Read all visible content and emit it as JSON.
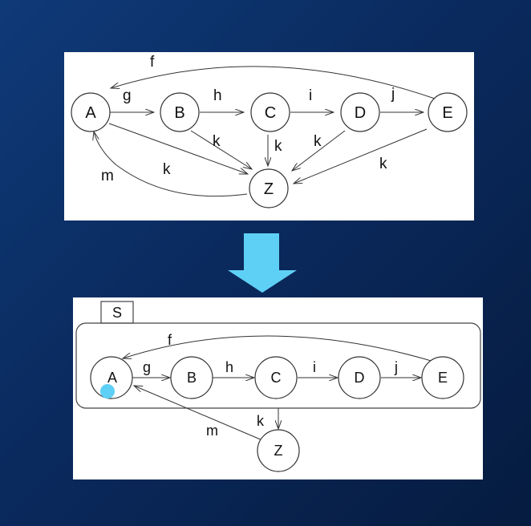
{
  "colors": {
    "background": "#0a2a5e",
    "arrow": "#5fd0f5",
    "initial_marker": "#5fd0f5"
  },
  "top_diagram": {
    "nodes": {
      "A": "A",
      "B": "B",
      "C": "C",
      "D": "D",
      "E": "E",
      "Z": "Z"
    },
    "edges": {
      "f": "f",
      "g": "g",
      "h": "h",
      "i": "i",
      "j": "j",
      "m": "m",
      "k_bz": "k",
      "k_cz": "k",
      "k_dz": "k",
      "k_ez": "k",
      "k_az": "k"
    }
  },
  "transform_arrow_icon": "down-arrow-icon",
  "bottom_diagram": {
    "state_tab": "S",
    "nodes": {
      "A": "A",
      "B": "B",
      "C": "C",
      "D": "D",
      "E": "E",
      "Z": "Z"
    },
    "edges": {
      "f": "f",
      "g": "g",
      "h": "h",
      "i": "i",
      "j": "j",
      "k": "k",
      "m": "m"
    }
  }
}
